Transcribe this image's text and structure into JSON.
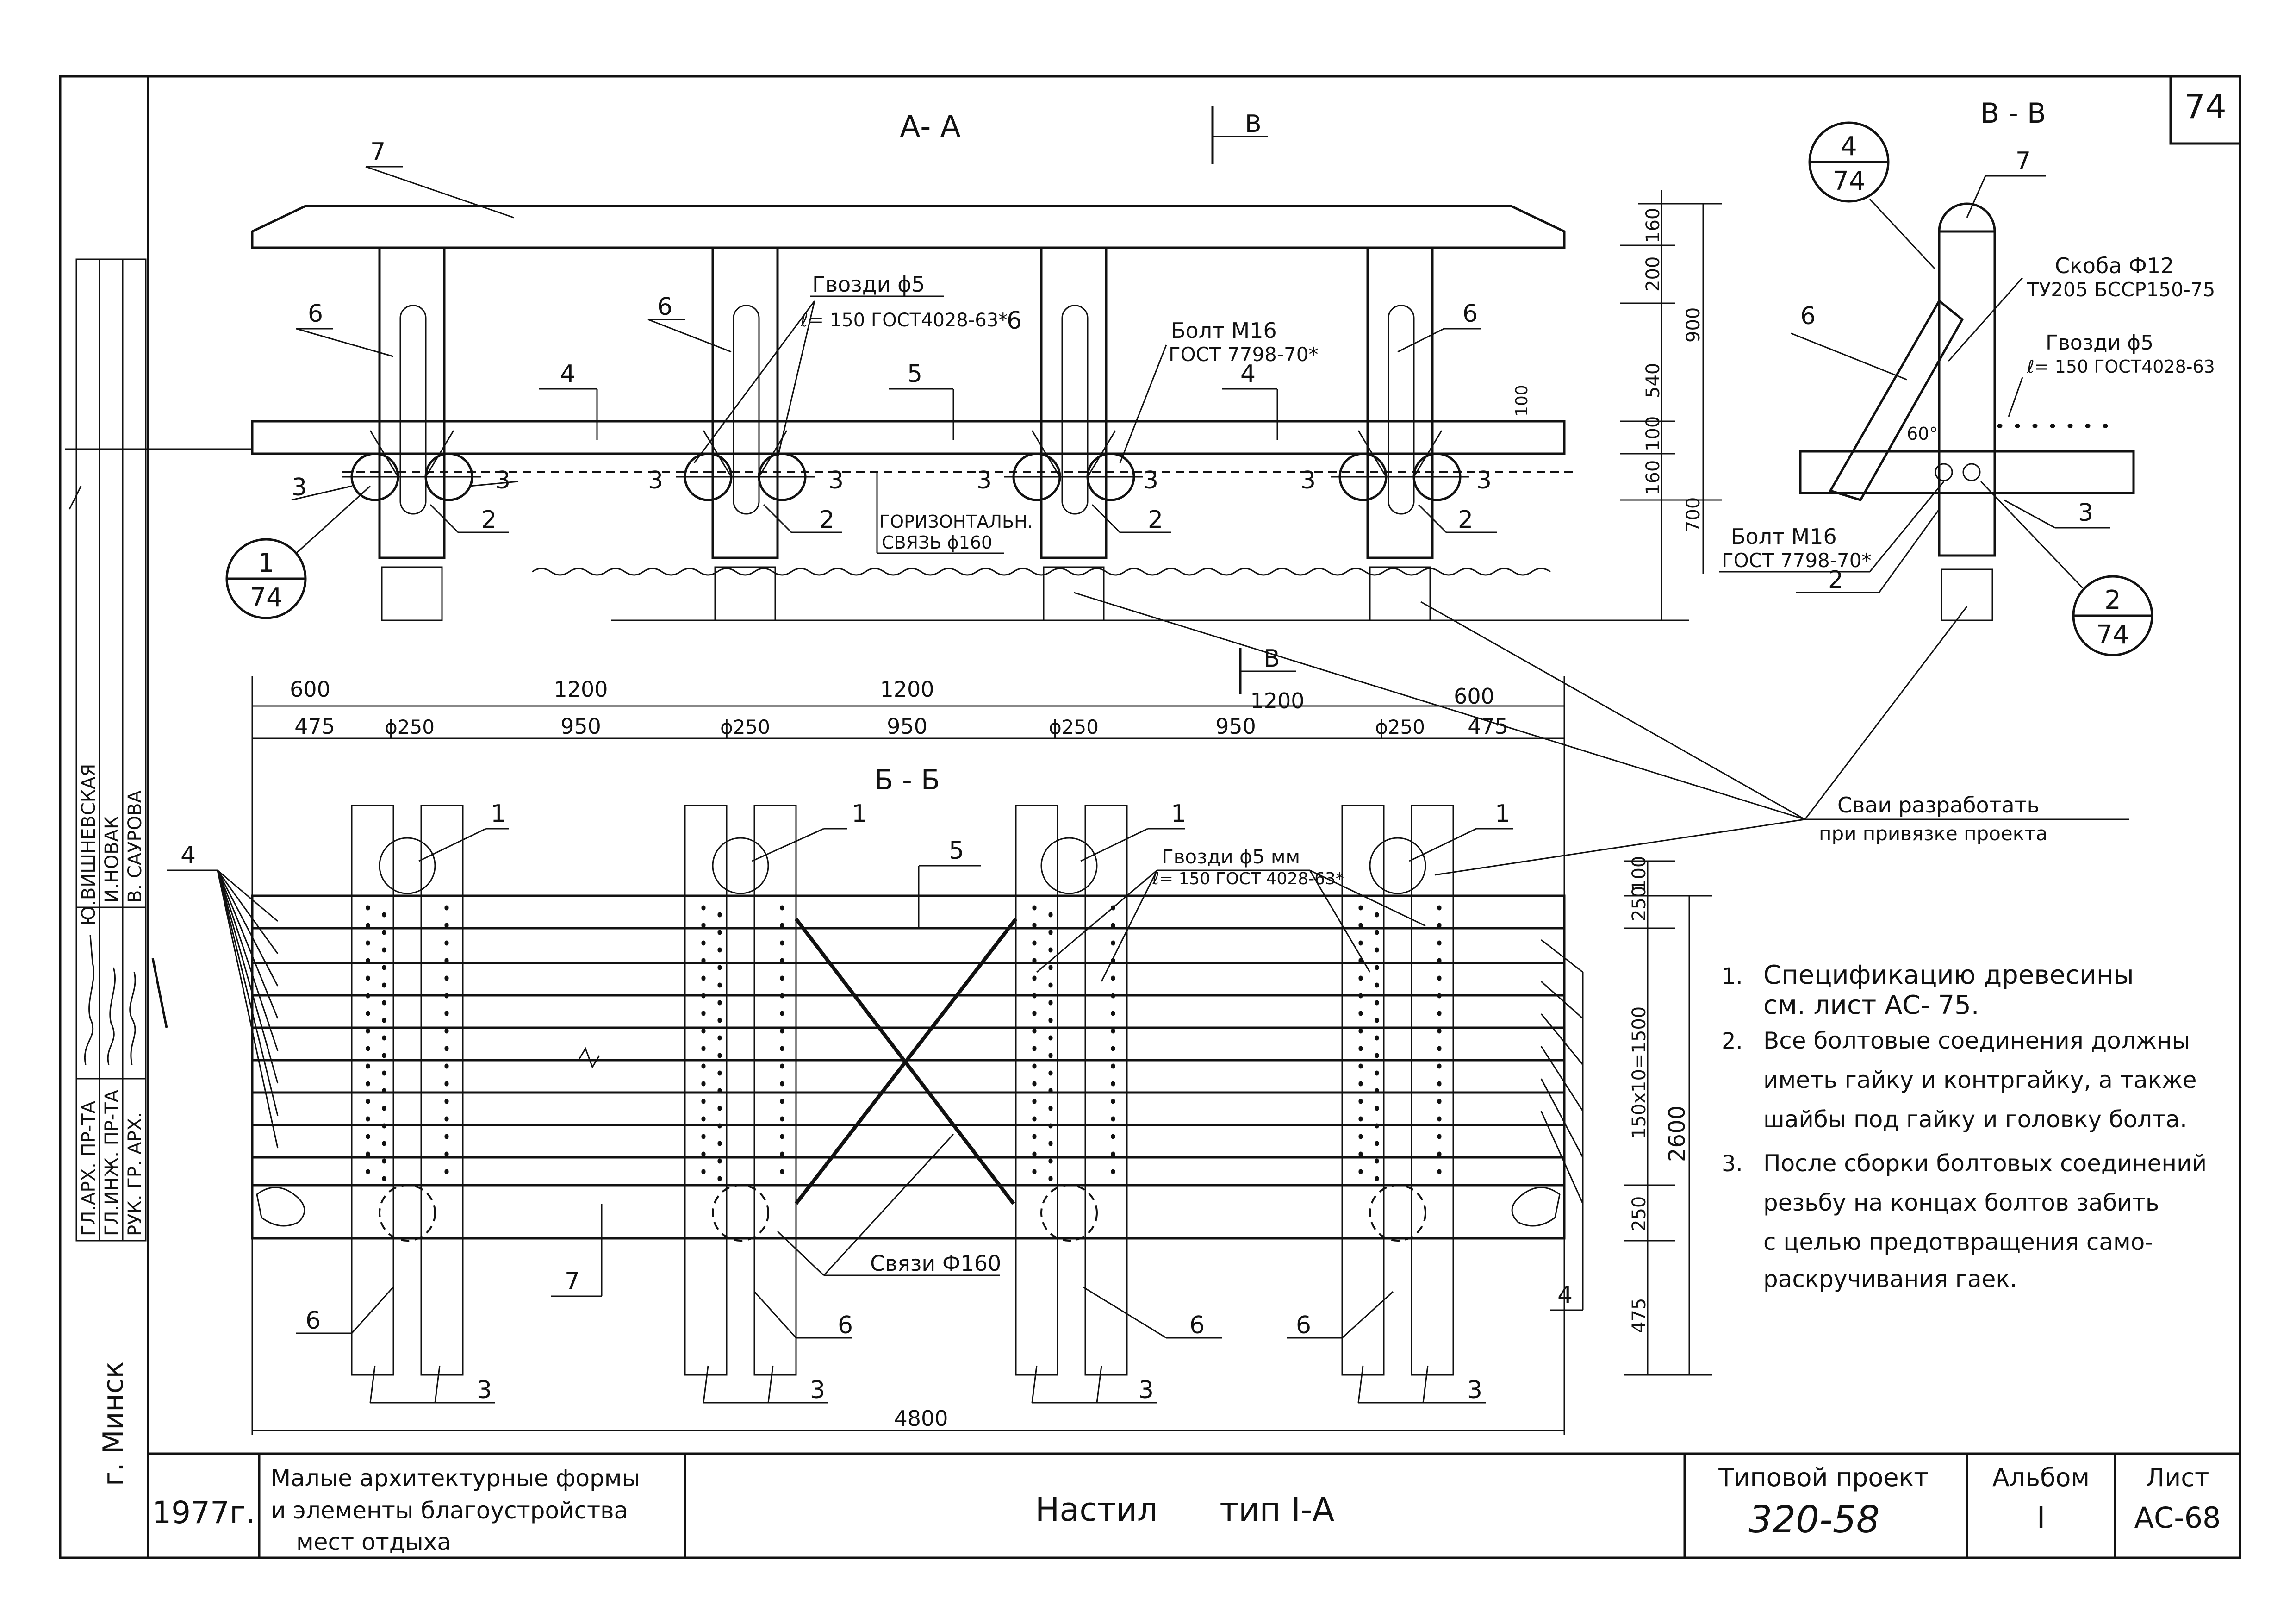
{
  "sheet_number": "74",
  "sections": {
    "aa_title": "А- А",
    "bb_title": "Б - Б",
    "vv_title": "В - В",
    "v_cut": "В"
  },
  "parts": {
    "p1": "1",
    "p2": "2",
    "p3": "3",
    "p4": "4",
    "p5": "5",
    "p6": "6",
    "p7": "7"
  },
  "callouts": {
    "nails_aa": [
      "Гвозди ϕ5",
      "ℓ= 150 ГОСТ4028-63*"
    ],
    "bolt_aa": [
      "Болт М16",
      "ГОСТ 7798-70*"
    ],
    "horizontal_tie": [
      "ГОРИЗОНТАЛЬН.",
      "СВЯЗЬ ϕ160"
    ],
    "bracket": [
      "Скоба Ф12",
      "ТУ205 БССР150-75"
    ],
    "nails_vv": [
      "Гвозди ϕ5",
      "ℓ= 150 ГОСТ4028-63"
    ],
    "bolt_vv": [
      "Болт М16",
      "ГОСТ 7798-70*"
    ],
    "nails_bb": [
      "Гвозди ϕ5 мм",
      "ℓ= 150 ГОСТ 4028-63*"
    ],
    "ties_bb": "Связи Ф160",
    "piles": [
      "Сваи разработать",
      "при привязке проекта"
    ],
    "angle": "60°"
  },
  "detail_refs": [
    {
      "num": "1",
      "sheet": "74"
    },
    {
      "num": "2",
      "sheet": "74"
    },
    {
      "num": "4",
      "sheet": "74"
    }
  ],
  "dimensions": {
    "top_row": [
      "600",
      "1200",
      "1200",
      "1200",
      "600"
    ],
    "second_row": [
      "475",
      "ϕ250",
      "950",
      "ϕ250",
      "950",
      "ϕ250",
      "950",
      "ϕ250",
      "475"
    ],
    "total_width": "4800",
    "aa_vertical": [
      "160",
      "200",
      "540",
      "100",
      "160",
      "900",
      "700"
    ],
    "aa_small": "100",
    "bb_vertical": [
      "100",
      "250",
      "150х10=1500",
      "250",
      "475",
      "2600"
    ]
  },
  "notes": [
    {
      "n": "1.",
      "lines": [
        "Спецификацию древесины",
        "см. лист АС- 75."
      ]
    },
    {
      "n": "2.",
      "lines": [
        "Все болтовые соединения должны",
        "иметь гайку и контргайку, а также",
        "шайбы под гайку и головку болта."
      ]
    },
    {
      "n": "3.",
      "lines": [
        "После сборки болтовых соединений",
        "резьбу на концах болтов забить",
        "с целью предотвращения само-",
        "раскручивания гаек."
      ]
    }
  ],
  "sidebar": {
    "roles": [
      "ГЛ.АРХ. ПР-ТА",
      "ГЛ.ИНЖ. ПР-ТА",
      "РУК. ГР. АРХ."
    ],
    "names": [
      "Ю.ВИШНЕВСКАЯ",
      "И.НОВАК",
      "В. САУРОВА"
    ],
    "city": "г. Минск"
  },
  "title_block": {
    "year": "1977г.",
    "description": [
      "Малые архитектурные формы",
      "и элементы благоустройства",
      "мест отдыха"
    ],
    "drawing_title": "Настил      тип I-А",
    "project_label": "Типовой проект",
    "project_number": "320-58",
    "album_label": "Альбом",
    "album_number": "I",
    "sheet_label": "Лист",
    "sheet_code": "АС-68"
  }
}
